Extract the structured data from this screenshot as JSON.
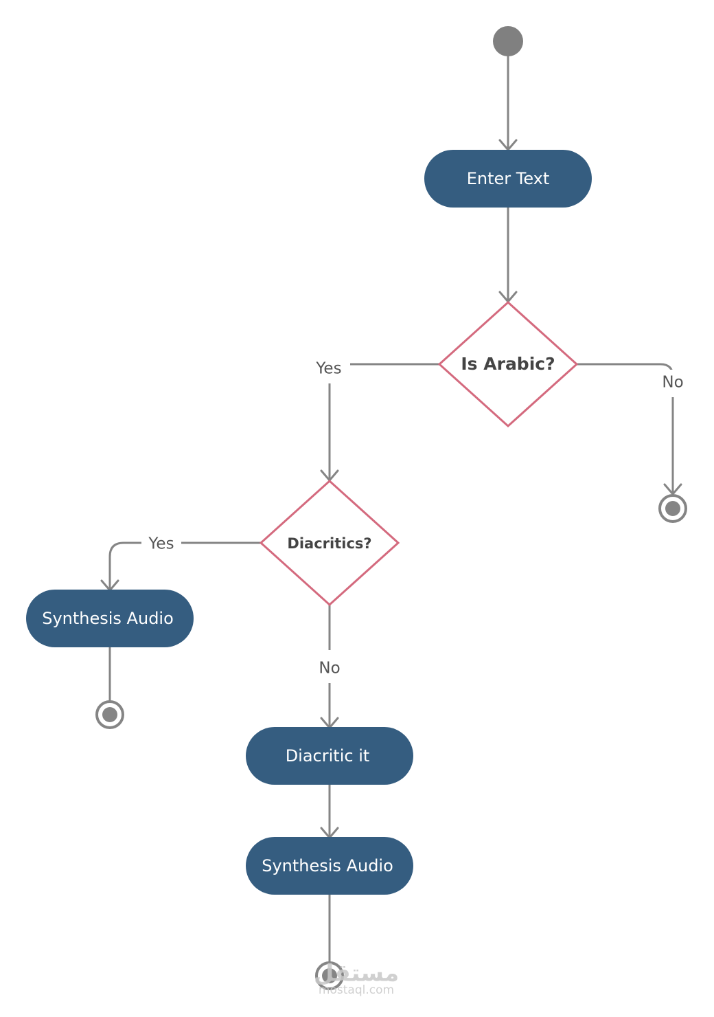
{
  "diagram": {
    "nodes": {
      "enter_text": "Enter Text",
      "is_arabic": "Is Arabic?",
      "diacritics": "Diacritics?",
      "synthesis_audio_left": "Synthesis Audio",
      "diacritic_it": "Diacritic it",
      "synthesis_audio_bottom": "Synthesis Audio"
    },
    "guards": {
      "is_arabic_yes": "Yes",
      "is_arabic_no": "No",
      "diacritics_yes": "Yes",
      "diacritics_no": "No"
    }
  },
  "watermark": {
    "logo_text": "مستقل",
    "site": "mostaql.com"
  },
  "colors": {
    "activity_fill": "#355d80",
    "decision_stroke": "#d46a7e",
    "connector": "#858585",
    "start_node": "#808080"
  }
}
